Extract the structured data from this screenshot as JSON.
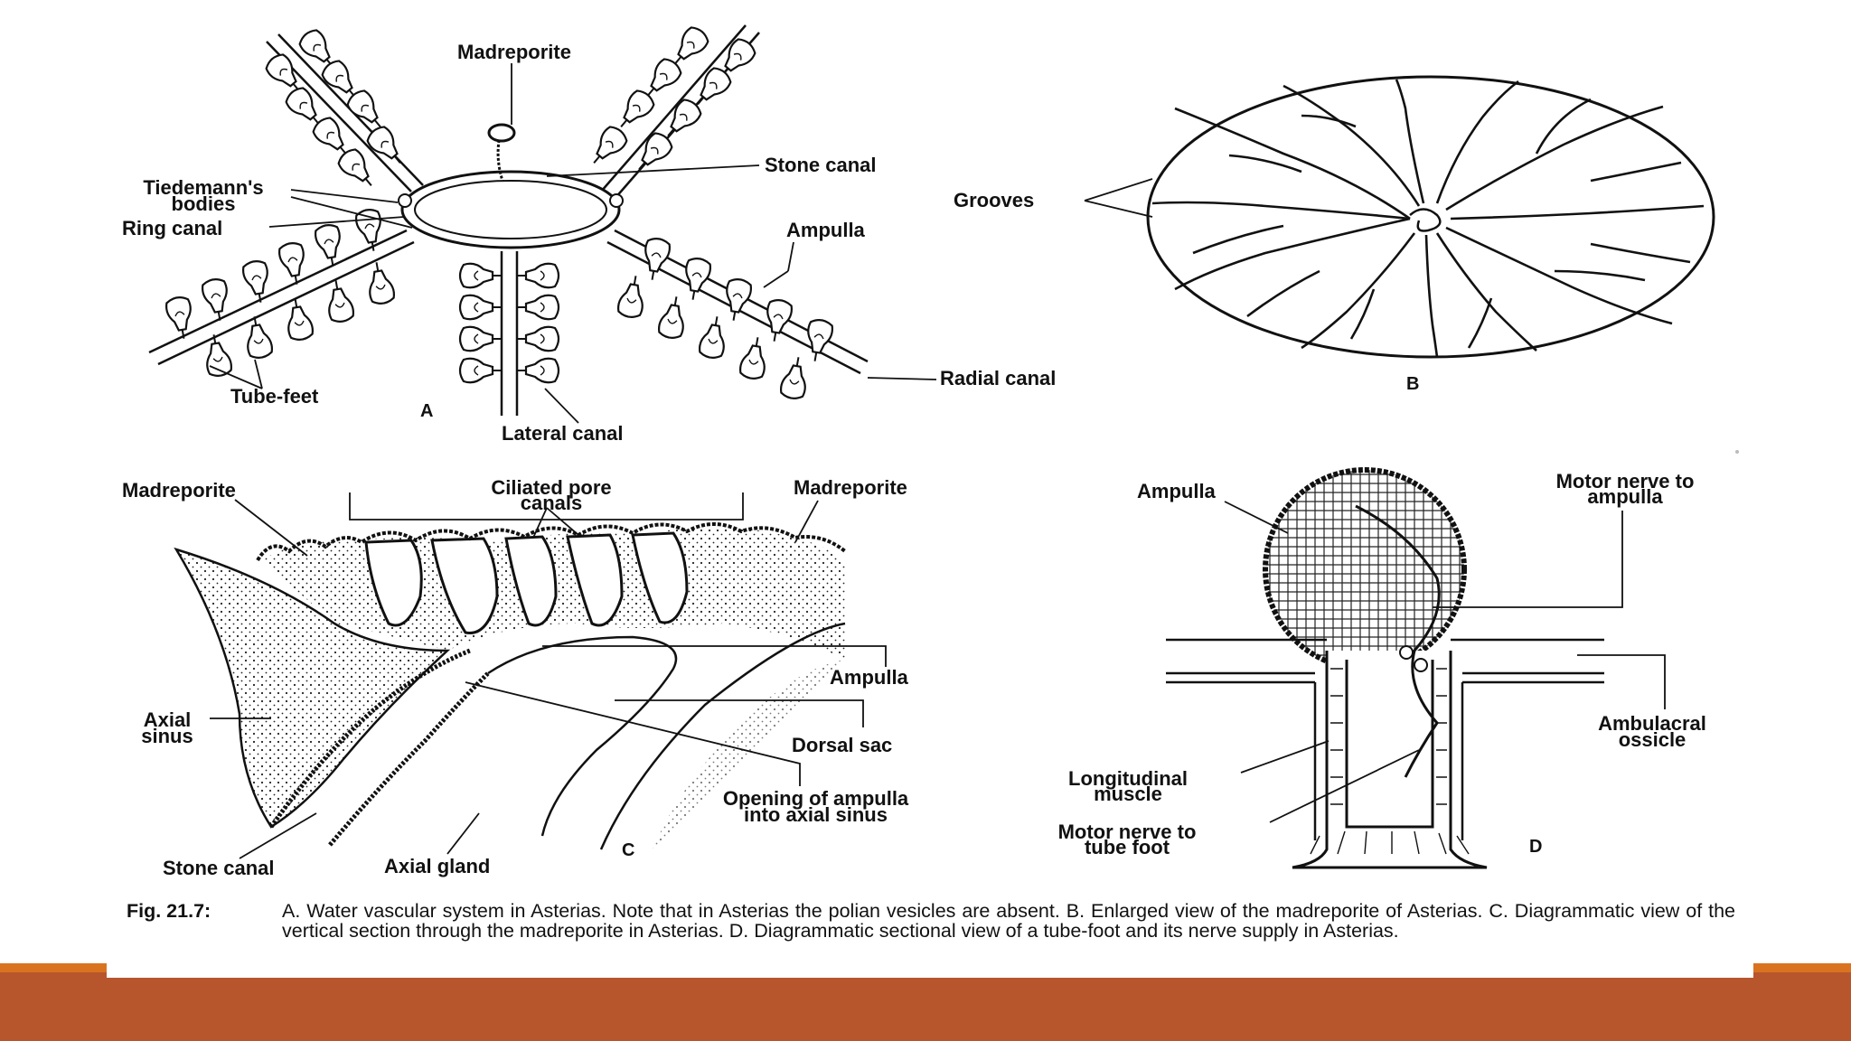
{
  "panels": {
    "a": {
      "letter": "A",
      "labels": {
        "madreporite": "Madreporite",
        "stone_canal": "Stone canal",
        "tiedemann_1": "Tiedemann's",
        "tiedemann_2": "bodies",
        "ring_canal": "Ring canal",
        "ampulla": "Ampulla",
        "tube_feet": "Tube-feet",
        "radial_canal": "Radial canal",
        "lateral_canal": "Lateral canal"
      }
    },
    "b": {
      "letter": "B",
      "labels": {
        "grooves": "Grooves"
      }
    },
    "c": {
      "letter": "C",
      "labels": {
        "madreporite_left": "Madreporite",
        "ciliated_1": "Ciliated pore",
        "ciliated_2": "canals",
        "madreporite_right": "Madreporite",
        "ampulla": "Ampulla",
        "axial_sinus_1": "Axial",
        "axial_sinus_2": "sinus",
        "dorsal_sac": "Dorsal sac",
        "opening_1": "Opening of ampulla",
        "opening_2": "into axial sinus",
        "stone_canal": "Stone canal",
        "axial_gland": "Axial gland"
      }
    },
    "d": {
      "letter": "D",
      "labels": {
        "ampulla": "Ampulla",
        "motor_ampulla_1": "Motor nerve to",
        "motor_ampulla_2": "ampulla",
        "ambulacral_1": "Ambulacral",
        "ambulacral_2": "ossicle",
        "longitudinal_1": "Longitudinal",
        "longitudinal_2": "muscle",
        "motor_tube_1": "Motor nerve to",
        "motor_tube_2": "tube foot"
      }
    }
  },
  "caption": {
    "fig_label": "Fig. 21.7:",
    "text": "A. Water vascular system in Asterias. Note that in Asterias the polian vesicles are absent. B. Enlarged view of the madreporite of Asterias. C. Diagrammatic view of the vertical section through the madreporite in Asterias. D. Diagrammatic sectional view of a tube-foot and its nerve supply in Asterias."
  },
  "colors": {
    "slide_bar": "#b7552d",
    "slide_accent": "#d9731f",
    "ink": "#111111"
  }
}
